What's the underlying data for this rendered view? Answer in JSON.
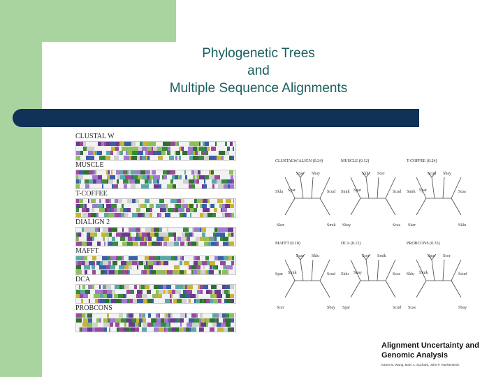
{
  "slide": {
    "title_lines": [
      "Phylogenetic Trees",
      "and",
      "Multiple Sequence Alignments"
    ],
    "colors": {
      "green": "#a9d4a0",
      "navy_bar": "#0f3256",
      "title": "#1b5e5e"
    }
  },
  "alignments": [
    {
      "label": "CLUSTAL W"
    },
    {
      "label": "MUSCLE"
    },
    {
      "label": "T-COFFEE"
    },
    {
      "label": "DIALIGN 2"
    },
    {
      "label": "MAFFT"
    },
    {
      "label": "DCA"
    },
    {
      "label": "PROBCONS"
    }
  ],
  "trees": [
    {
      "title": "CLUSTALW/ALIGN (0.24)",
      "leaves": [
        "Scas",
        "Sbay",
        "Spar",
        "Sklu",
        "Scud",
        "Sker",
        "Smik"
      ]
    },
    {
      "title": "MUSCLE (0.12)",
      "leaves": [
        "Sklu",
        "Scer",
        "Spar",
        "Smik",
        "Scud",
        "Sbay",
        "Scas"
      ]
    },
    {
      "title": "T-COFFEE (0.24)",
      "leaves": [
        "Scud",
        "Sbay",
        "Spar",
        "Smik",
        "Scas",
        "Sker",
        "Sklu"
      ]
    },
    {
      "title": "MAFFT (0.18)",
      "leaves": [
        "Scas",
        "Sklu",
        "Smik",
        "Spar",
        "Scud",
        "Scer",
        "Sbay"
      ]
    },
    {
      "title": "DCA (0.12)",
      "leaves": [
        "Scer",
        "Smik",
        "Sbay",
        "Sklu",
        "Scas",
        "Spar",
        "Scud"
      ]
    },
    {
      "title": "PROBCONS (0.35)",
      "leaves": [
        "Spar",
        "Scer",
        "Smik",
        "Sklu",
        "Scud",
        "Scas",
        "Sbay"
      ]
    }
  ],
  "paper": {
    "title": "Alignment Uncertainty and Genomic Analysis",
    "authors": "Karen M. Wong, Marc A. Suchard, John P. Huelsenbeck"
  }
}
